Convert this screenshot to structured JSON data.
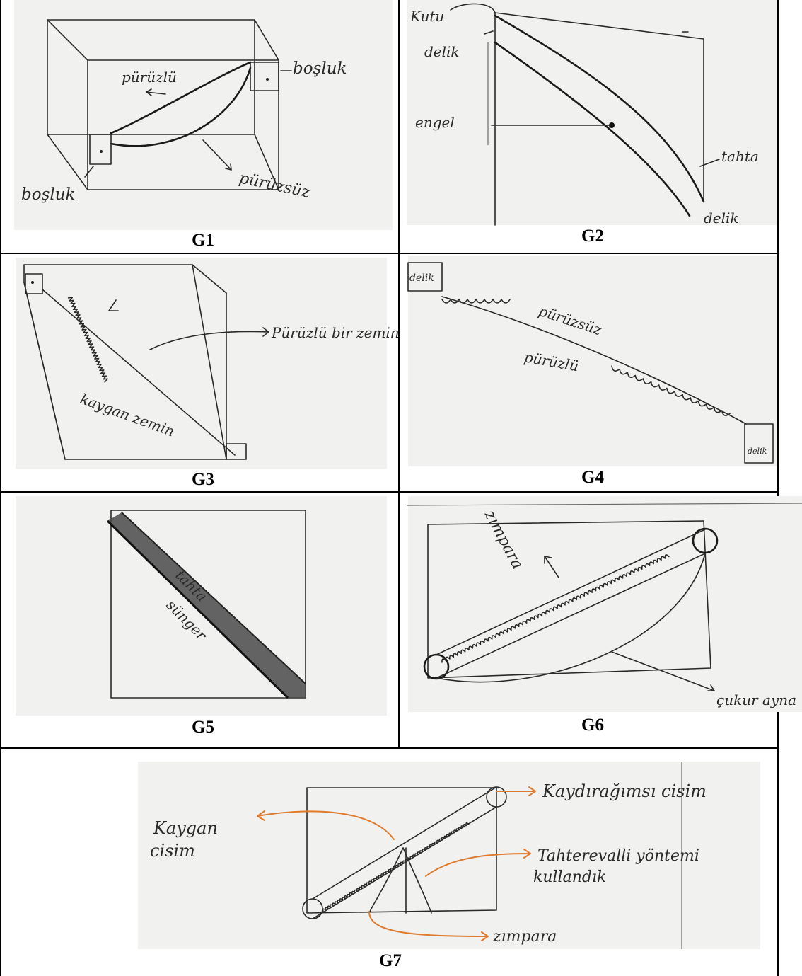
{
  "figures": [
    {
      "id": "G1",
      "caption": "G1",
      "labels": [
        "pürüzlü",
        "boşluk",
        "boşluk",
        "pürüzsüz"
      ]
    },
    {
      "id": "G2",
      "caption": "G2",
      "labels": [
        "Kutu",
        "delik",
        "engel",
        "tahta",
        "delik"
      ]
    },
    {
      "id": "G3",
      "caption": "G3",
      "labels": [
        "Pürüzlü bir zemin",
        "kaygan zemin"
      ]
    },
    {
      "id": "G4",
      "caption": "G4",
      "labels": [
        "delik",
        "pürüzsüz",
        "pürüzlü",
        "delik"
      ]
    },
    {
      "id": "G5",
      "caption": "G5",
      "labels": [
        "tahta",
        "sünger"
      ]
    },
    {
      "id": "G6",
      "caption": "G6",
      "labels": [
        "zımpara",
        "çukur ayna"
      ]
    },
    {
      "id": "G7",
      "caption": "G7",
      "labels": [
        "Kaygan cisim",
        "Kaydırağımsı cisim",
        "Tahterevalli yöntemi kullandık",
        "zımpara"
      ]
    }
  ]
}
